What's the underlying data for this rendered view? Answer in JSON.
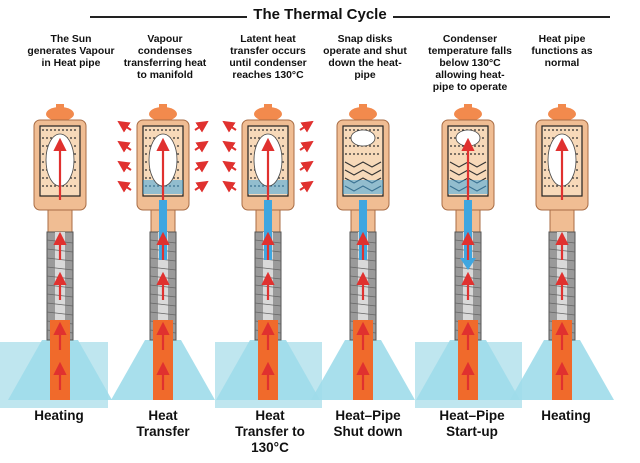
{
  "title": "The Thermal Cycle",
  "colors": {
    "heat_arrow": "#e0312f",
    "copper": "#f0bd93",
    "orange_tip": "#f28a4d",
    "light_blue": "#9fdcea",
    "pipe_core": "#f06a2b",
    "pipe_steel": "#9a9a9a",
    "blue_flow": "#3fa6e0",
    "vapour": "#ffffff"
  },
  "stages": [
    {
      "caption": "The Sun\ngenerates Vapour\nin Heat pipe",
      "label": "Heating"
    },
    {
      "caption": "Vapour\ncondenses\ntransferring heat\nto manifold",
      "label": "Heat\nTransfer"
    },
    {
      "caption": "Latent heat\ntransfer occurs\nuntil condenser\nreaches 130°C",
      "label": "Heat\nTransfer to\n130°C"
    },
    {
      "caption": "Snap disks\noperate and shut\ndown the heat-\npipe",
      "label": "Heat–Pipe\nShut down"
    },
    {
      "caption": "Condenser\ntemperature falls\nbelow 130°C\nallowing heat-\npipe to operate",
      "label": "Heat–Pipe\nStart-up"
    },
    {
      "caption": "Heat pipe\nfunctions as\nnormal",
      "label": "Heating"
    }
  ]
}
